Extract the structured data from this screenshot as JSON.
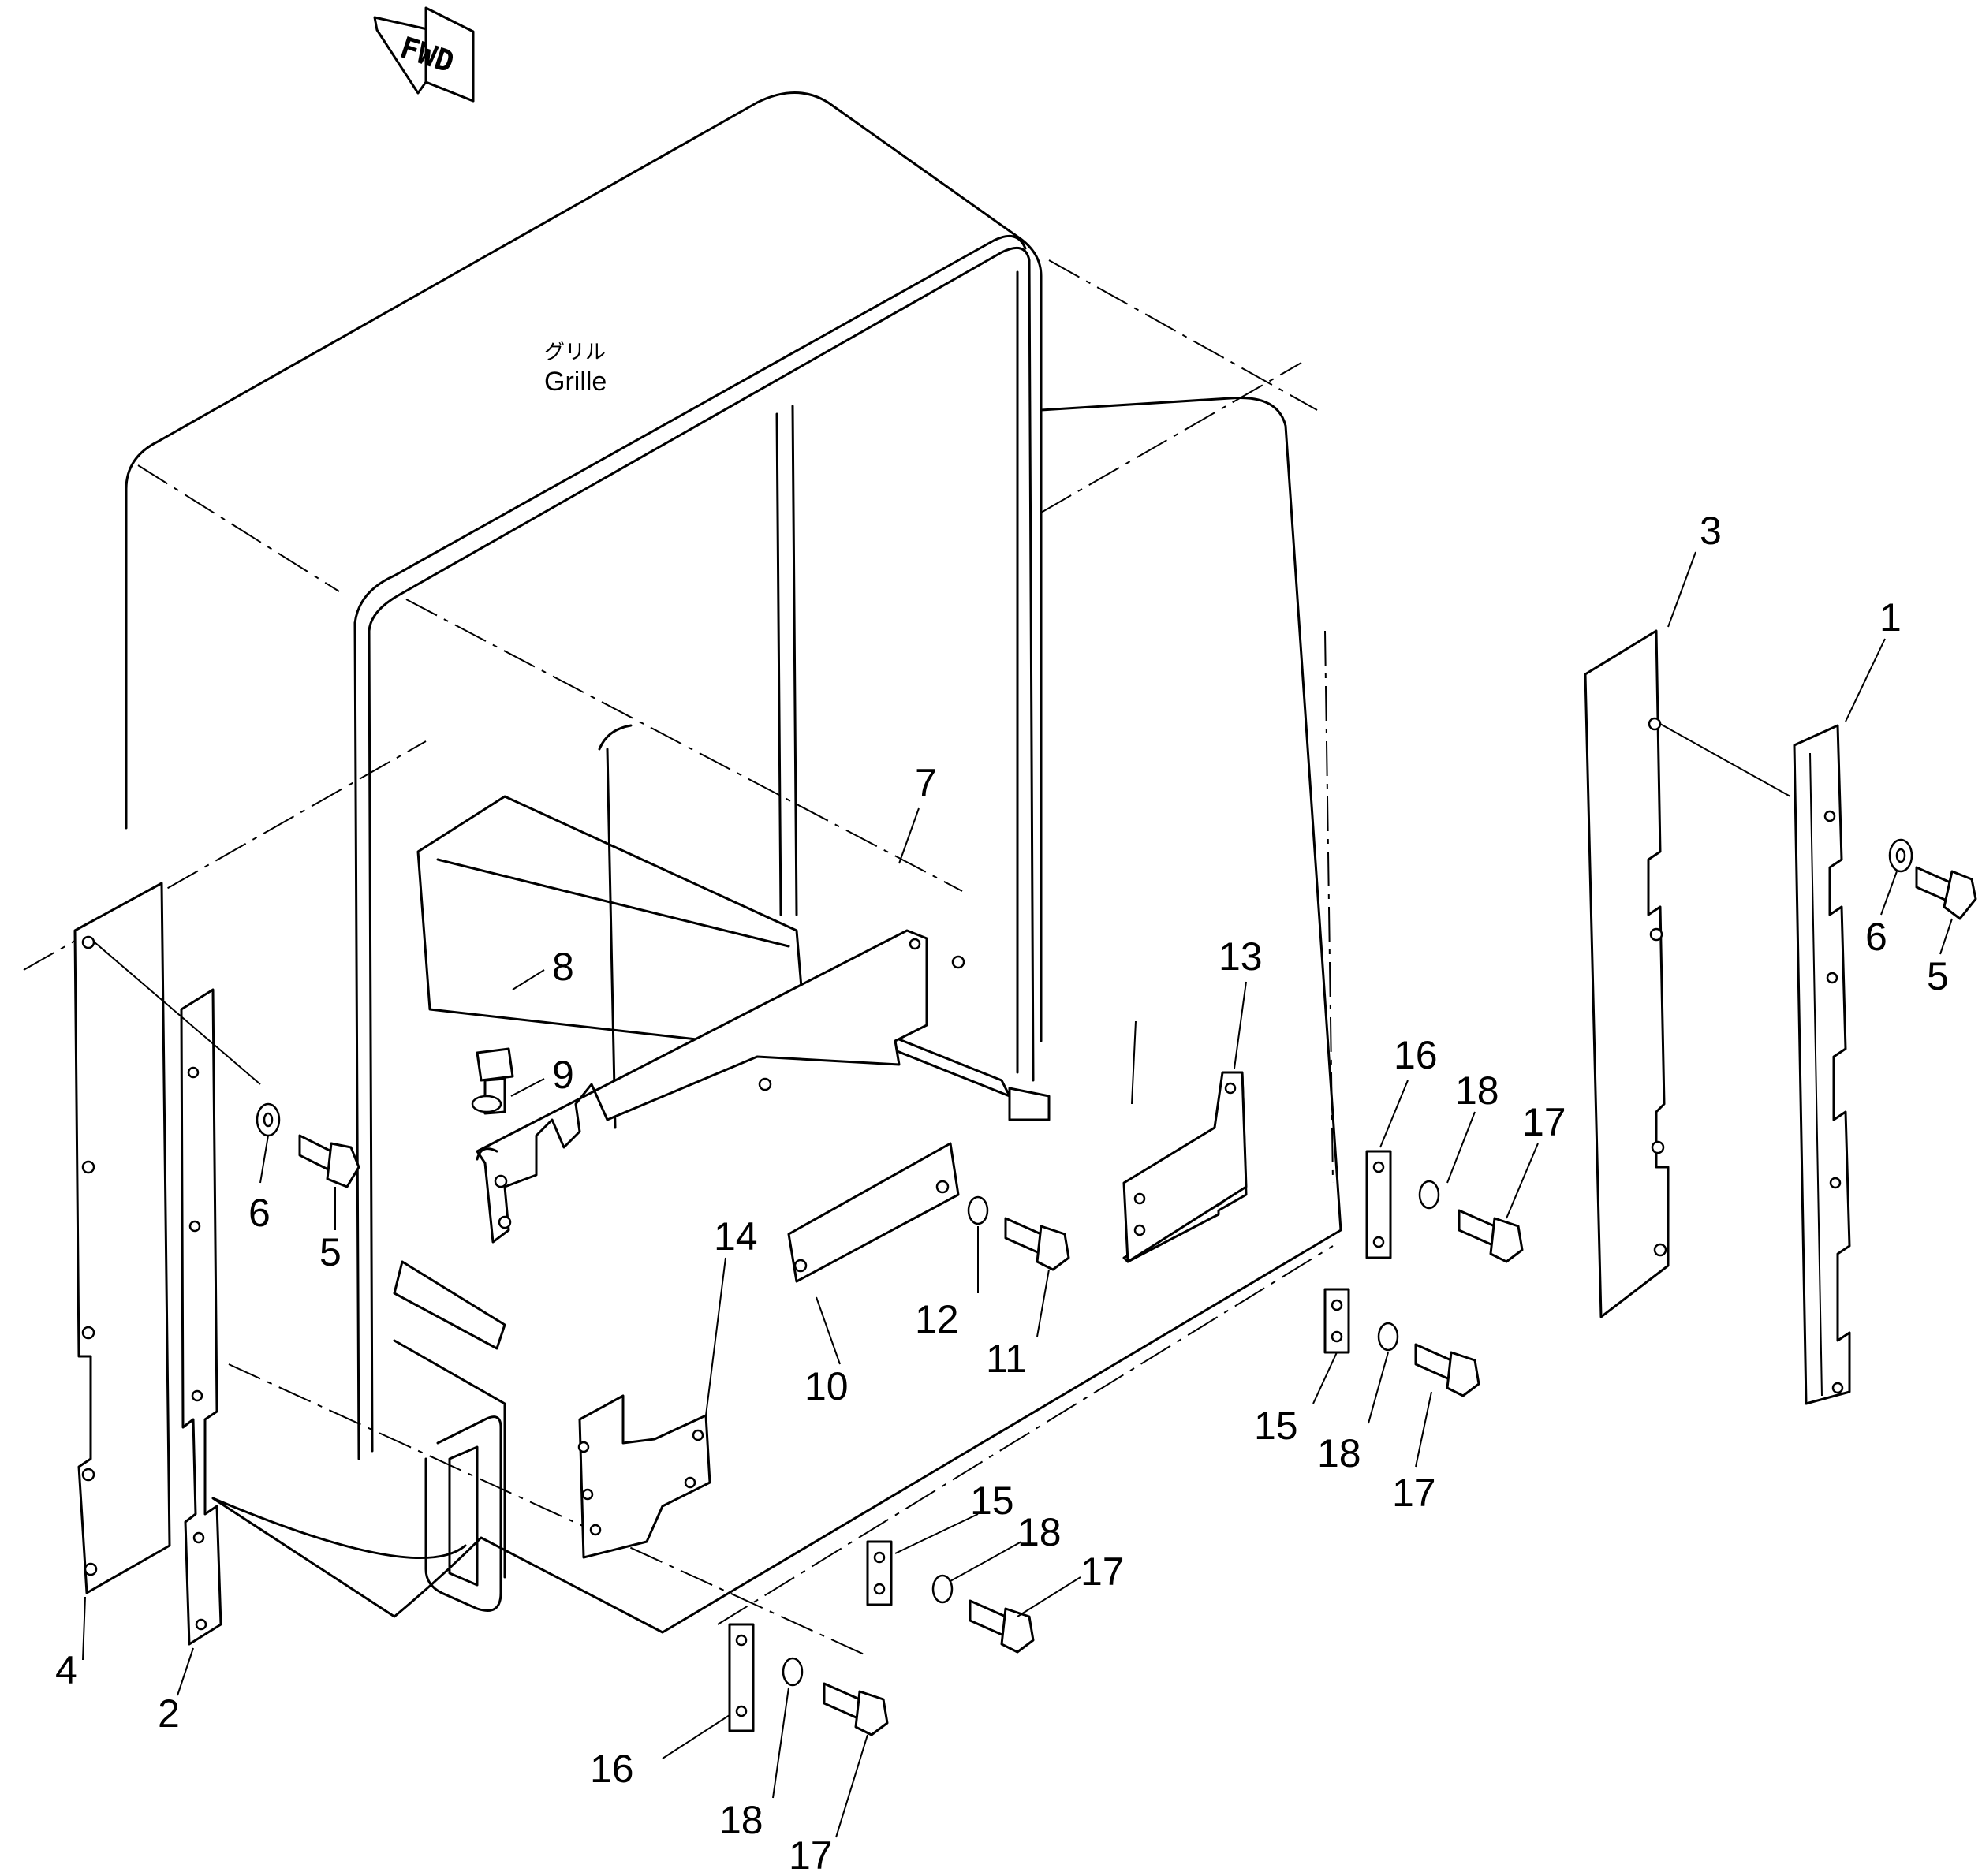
{
  "diagram": {
    "fwd_label": "FWD",
    "grille_label_jp": "グリル",
    "grille_label_en": "Grille",
    "callouts": [
      {
        "id": "c1",
        "text": "1"
      },
      {
        "id": "c2",
        "text": "2"
      },
      {
        "id": "c3",
        "text": "3"
      },
      {
        "id": "c4",
        "text": "4"
      },
      {
        "id": "c5a",
        "text": "5"
      },
      {
        "id": "c5b",
        "text": "5"
      },
      {
        "id": "c6a",
        "text": "6"
      },
      {
        "id": "c6b",
        "text": "6"
      },
      {
        "id": "c7",
        "text": "7"
      },
      {
        "id": "c8",
        "text": "8"
      },
      {
        "id": "c9",
        "text": "9"
      },
      {
        "id": "c10",
        "text": "10"
      },
      {
        "id": "c11",
        "text": "11"
      },
      {
        "id": "c12",
        "text": "12"
      },
      {
        "id": "c13",
        "text": "13"
      },
      {
        "id": "c14",
        "text": "14"
      },
      {
        "id": "c15a",
        "text": "15"
      },
      {
        "id": "c15b",
        "text": "15"
      },
      {
        "id": "c16a",
        "text": "16"
      },
      {
        "id": "c16b",
        "text": "16"
      },
      {
        "id": "c17a",
        "text": "17"
      },
      {
        "id": "c17b",
        "text": "17"
      },
      {
        "id": "c17c",
        "text": "17"
      },
      {
        "id": "c17d",
        "text": "17"
      },
      {
        "id": "c18a",
        "text": "18"
      },
      {
        "id": "c18b",
        "text": "18"
      },
      {
        "id": "c18c",
        "text": "18"
      },
      {
        "id": "c18d",
        "text": "18"
      }
    ]
  }
}
